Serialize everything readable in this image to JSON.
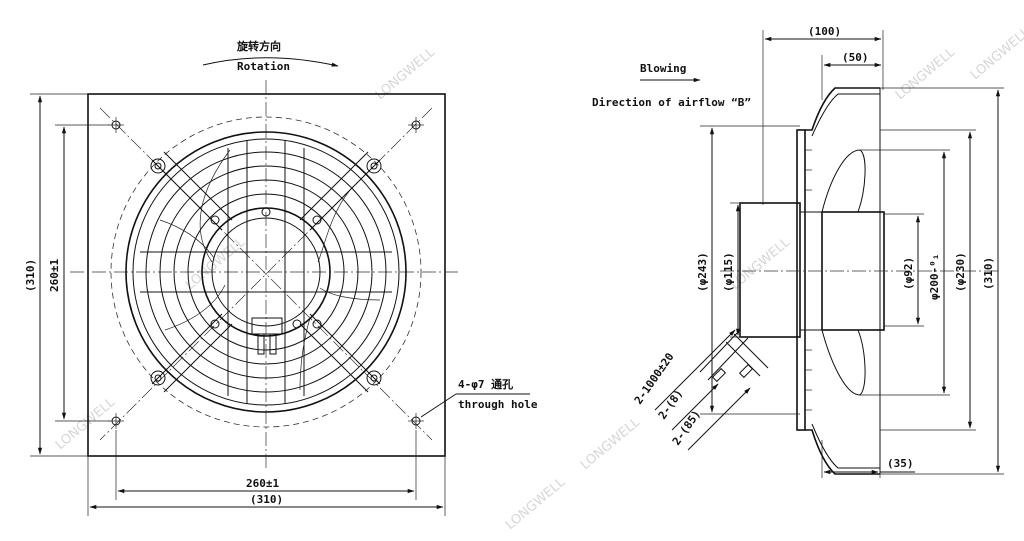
{
  "watermark": "LONGWELL",
  "front_view": {
    "rotation_cn": "旋转方向",
    "rotation_en": "Rotation",
    "dim_height_outer": "(310)",
    "dim_height_holes": "260±1",
    "dim_width_holes": "260±1",
    "dim_width_outer": "(310)",
    "hole_note_cn": "4-φ7 通孔",
    "hole_note_en": "through hole"
  },
  "side_view": {
    "blowing": "Blowing",
    "airflow": "Direction of airflow “B”",
    "dim_100": "(100)",
    "dim_50": "(50)",
    "dim_35": "(35)",
    "dim_243": "(φ243)",
    "dim_115": "(φ115)",
    "dim_92": "(φ92)",
    "dim_200": "φ200-⁰₁",
    "dim_230": "(φ230)",
    "dim_310": "(310)",
    "cable_len": "2-1000±20",
    "cable_8": "2-(8)",
    "cable_85": "2-(85)"
  }
}
